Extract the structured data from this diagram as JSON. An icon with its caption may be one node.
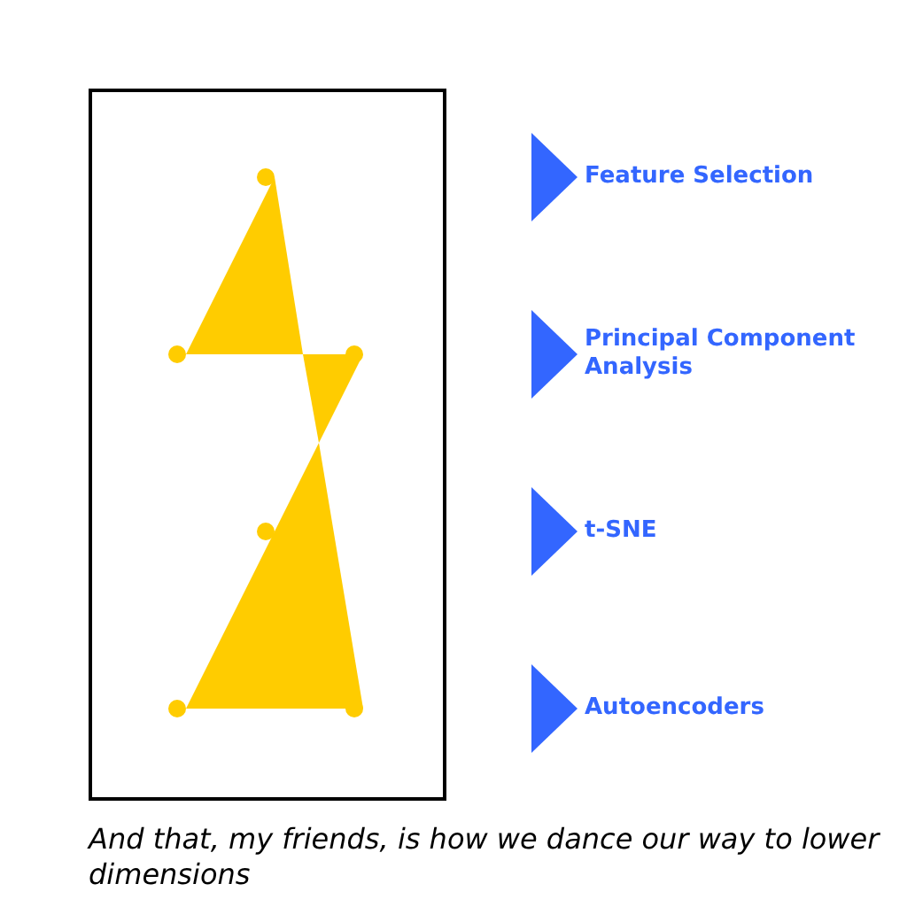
{
  "diagram": {
    "caption": "And that, my friends, is how we dance our way to lower dimensions",
    "labels": [
      "Feature Selection",
      "Principal Component Analysis",
      "t-SNE",
      "Autoencoders"
    ]
  }
}
